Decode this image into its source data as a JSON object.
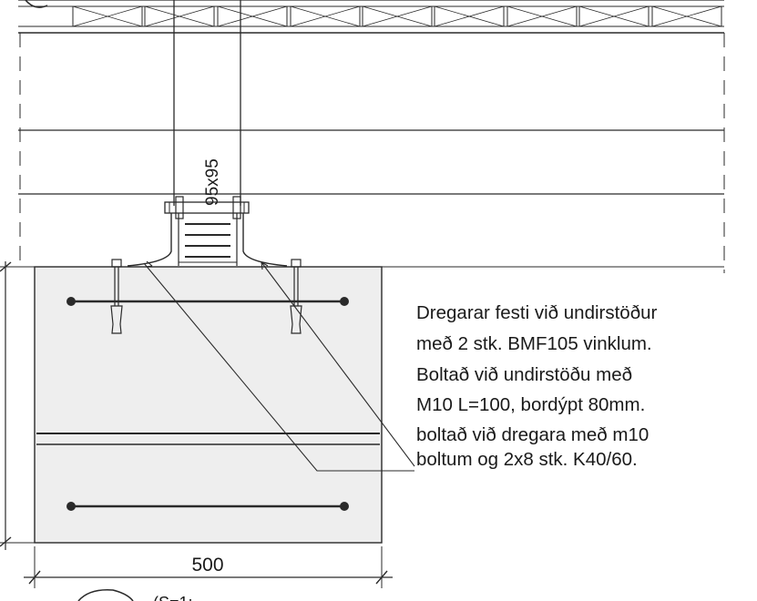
{
  "annotation": {
    "lines": [
      "Dregarar festi við undirstöður",
      "með 2 stk. BMF105 vinklum.",
      "Boltað við undirstöðu  með",
      "M10 L=100, bordýpt 80mm.",
      "boltað við dregara með m10",
      "boltum og 2x8 stk. K40/60."
    ]
  },
  "post": {
    "label": "95x95"
  },
  "dimension": {
    "width_label": "500"
  },
  "footer": {
    "partial_label": "(S=1:"
  },
  "colors": {
    "ink": "#2a2a2a",
    "concrete": "#eeeeee",
    "paper": "#ffffff"
  }
}
